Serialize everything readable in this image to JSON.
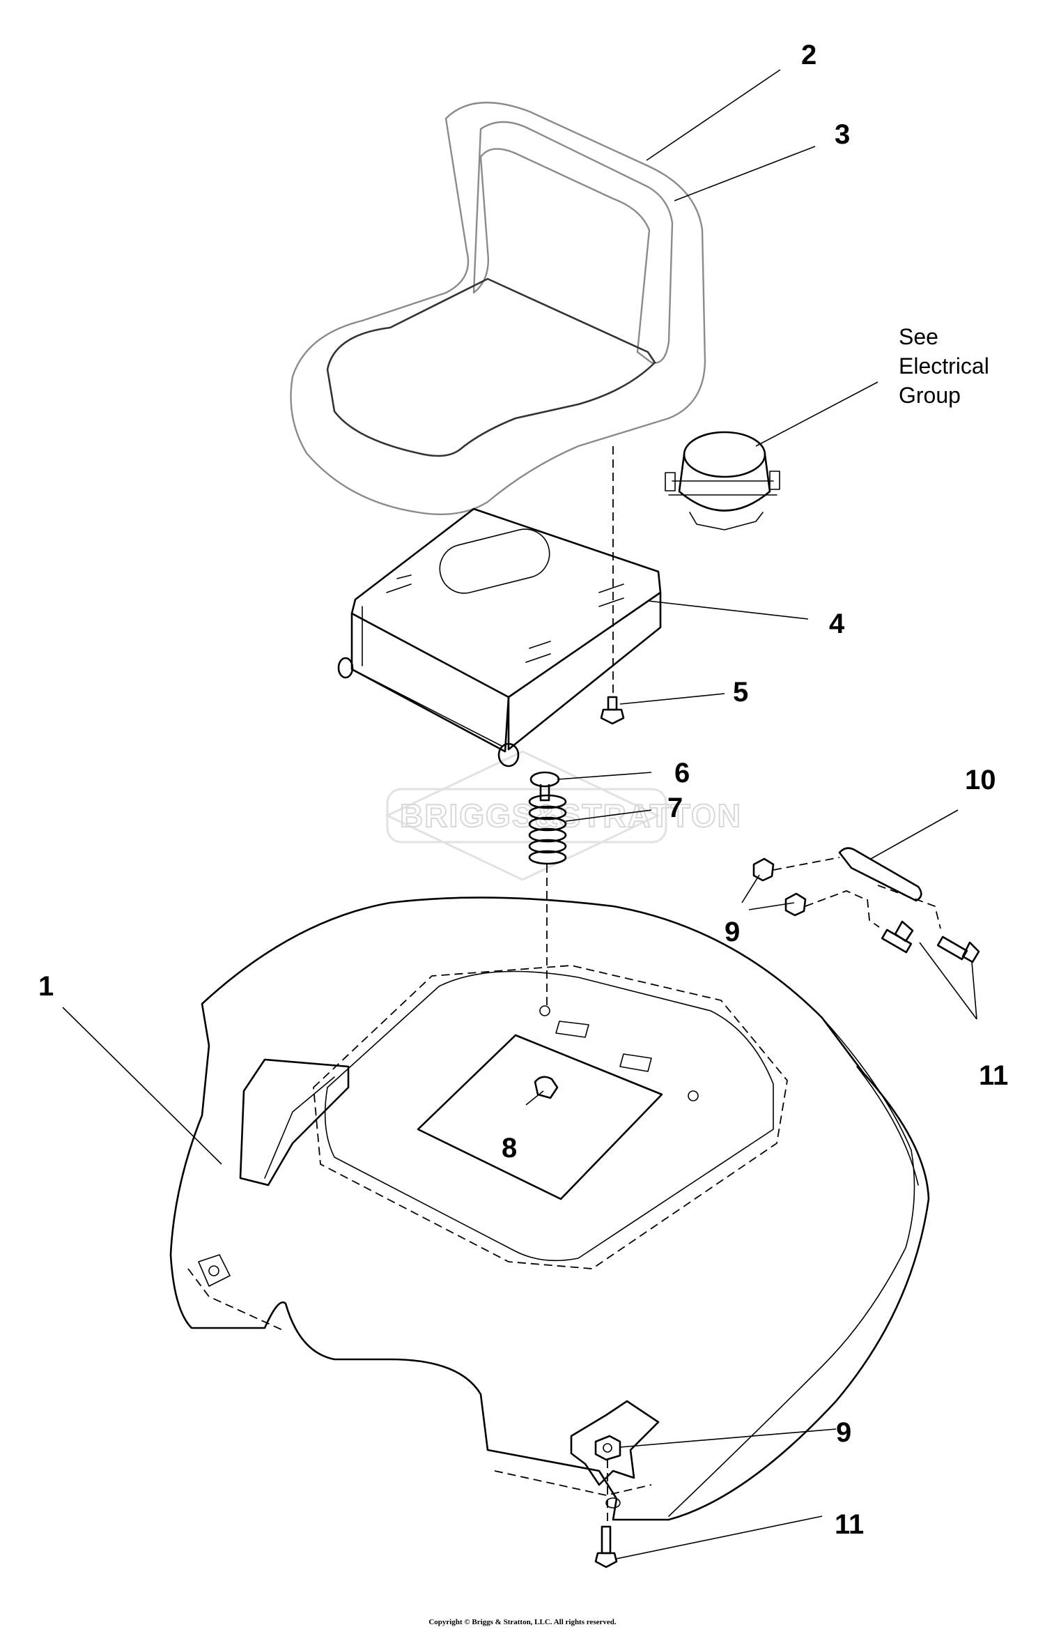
{
  "callouts": {
    "c1": "1",
    "c2": "2",
    "c3": "3",
    "c4": "4",
    "c5": "5",
    "c6": "6",
    "c7": "7",
    "c8": "8",
    "c9a": "9",
    "c9b": "9",
    "c10": "10",
    "c11a": "11",
    "c11b": "11"
  },
  "note": {
    "line1": "See",
    "line2": "Electrical",
    "line3": "Group"
  },
  "watermark": "BRIGGS&STRATTON",
  "copyright": "Copyright © Briggs & Stratton, LLC. All rights reserved."
}
